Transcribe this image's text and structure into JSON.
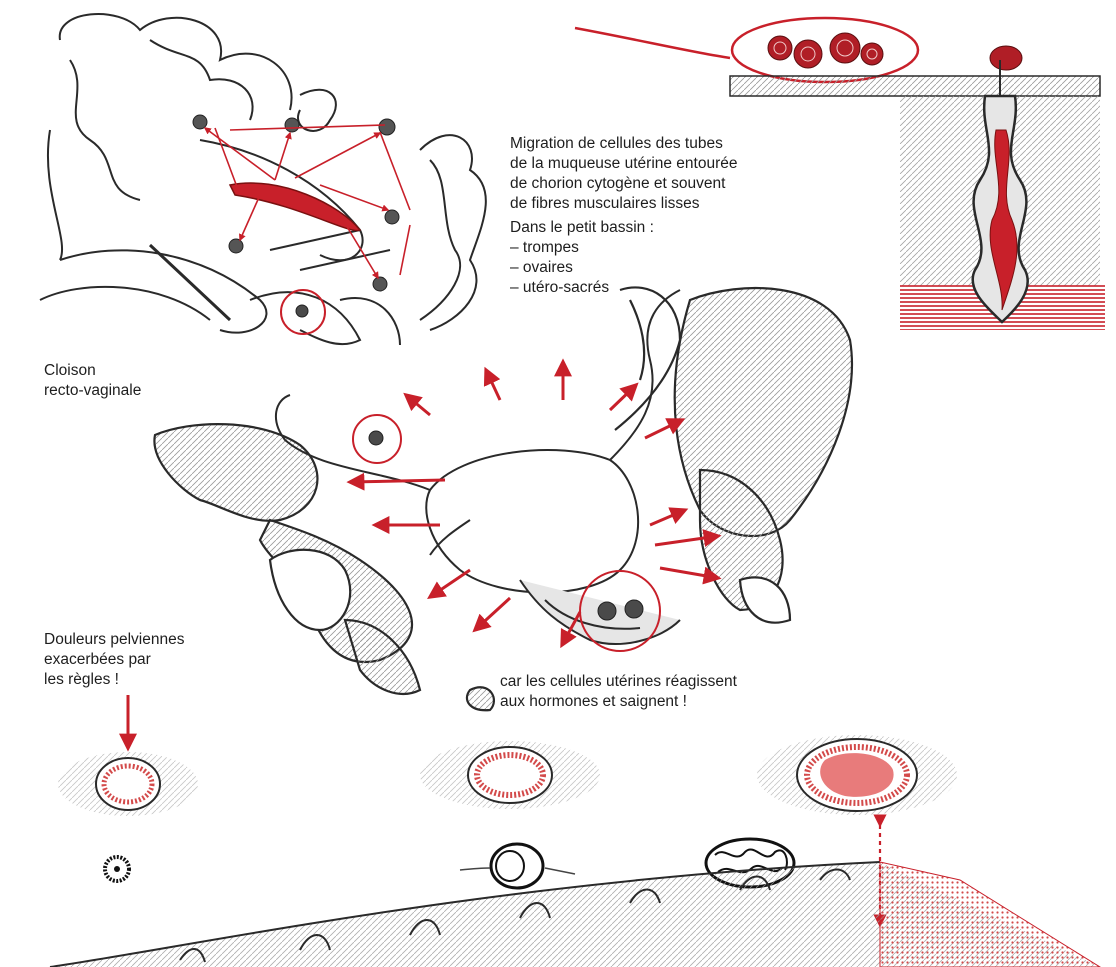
{
  "figure": {
    "palette": {
      "ink": "#2a2a2a",
      "red": "#c8202a",
      "pink": "#e87b7b",
      "light_red": "#f2b6b6",
      "bone": "#d9d9d9"
    }
  },
  "annotations": {
    "migration": [
      "Migration de cellules des tubes",
      "de la muqueuse utérine entourée",
      "de chorion cytogène et souvent",
      "de fibres musculaires lisses"
    ],
    "petit_bassin": {
      "heading": "Dans le petit bassin :",
      "items": [
        "– trompes",
        "– ovaires",
        "– utéro-sacrés"
      ]
    },
    "cloison": [
      "Cloison",
      "recto-vaginale"
    ],
    "douleurs": [
      "Douleurs pelviennes",
      "exacerbées par",
      "les règles !"
    ],
    "cellules": [
      "car les cellules utérines réagissent",
      "aux hormones et saignent !"
    ]
  }
}
